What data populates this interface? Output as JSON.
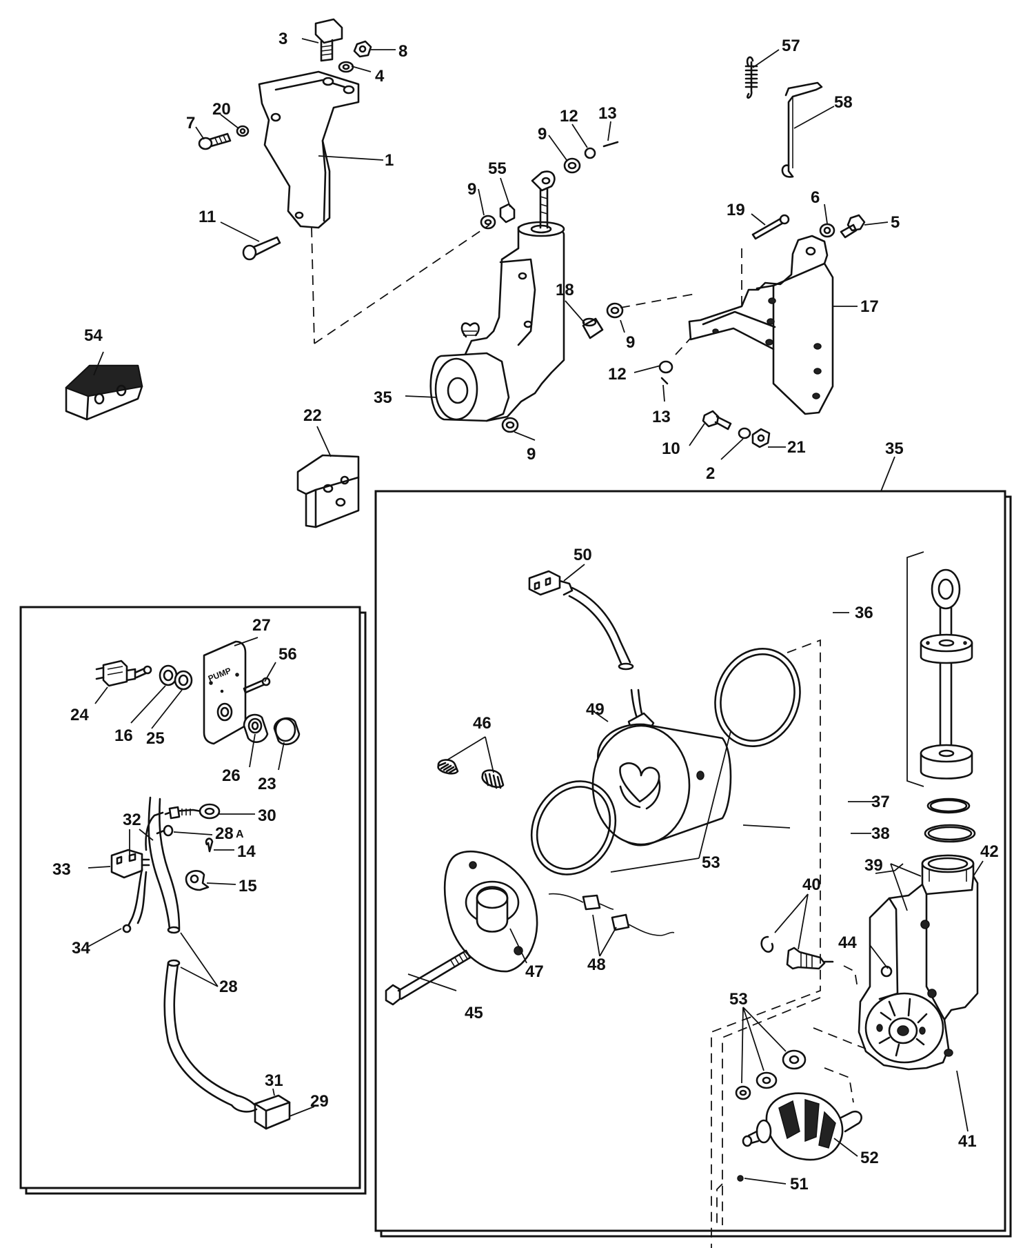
{
  "callouts": {
    "c1": "1",
    "c2": "2",
    "c3": "3",
    "c4": "4",
    "c5": "5",
    "c6": "6",
    "c7": "7",
    "c8": "8",
    "c9": "9",
    "c10": "10",
    "c11": "11",
    "c12": "12",
    "c13": "13",
    "c14": "14",
    "c15": "15",
    "c16": "16",
    "c17": "17",
    "c18": "18",
    "c19": "19",
    "c20": "20",
    "c21": "21",
    "c22": "22",
    "c23": "23",
    "c24": "24",
    "c25": "25",
    "c26": "26",
    "c27": "27",
    "c28": "28",
    "c28a": "28",
    "c28a_suffix": "A",
    "c29": "29",
    "c30": "30",
    "c31": "31",
    "c32": "32",
    "c33": "33",
    "c34": "34",
    "c35": "35",
    "c36": "36",
    "c37": "37",
    "c38": "38",
    "c39": "39",
    "c40": "40",
    "c41": "41",
    "c42": "42",
    "c44": "44",
    "c45": "45",
    "c46": "46",
    "c47": "47",
    "c48": "48",
    "c49": "49",
    "c50": "50",
    "c51": "51",
    "c52": "52",
    "c53": "53",
    "c54": "54",
    "c55": "55",
    "c56": "56",
    "c57": "57",
    "c58": "58"
  },
  "plate_text": "PUMP"
}
